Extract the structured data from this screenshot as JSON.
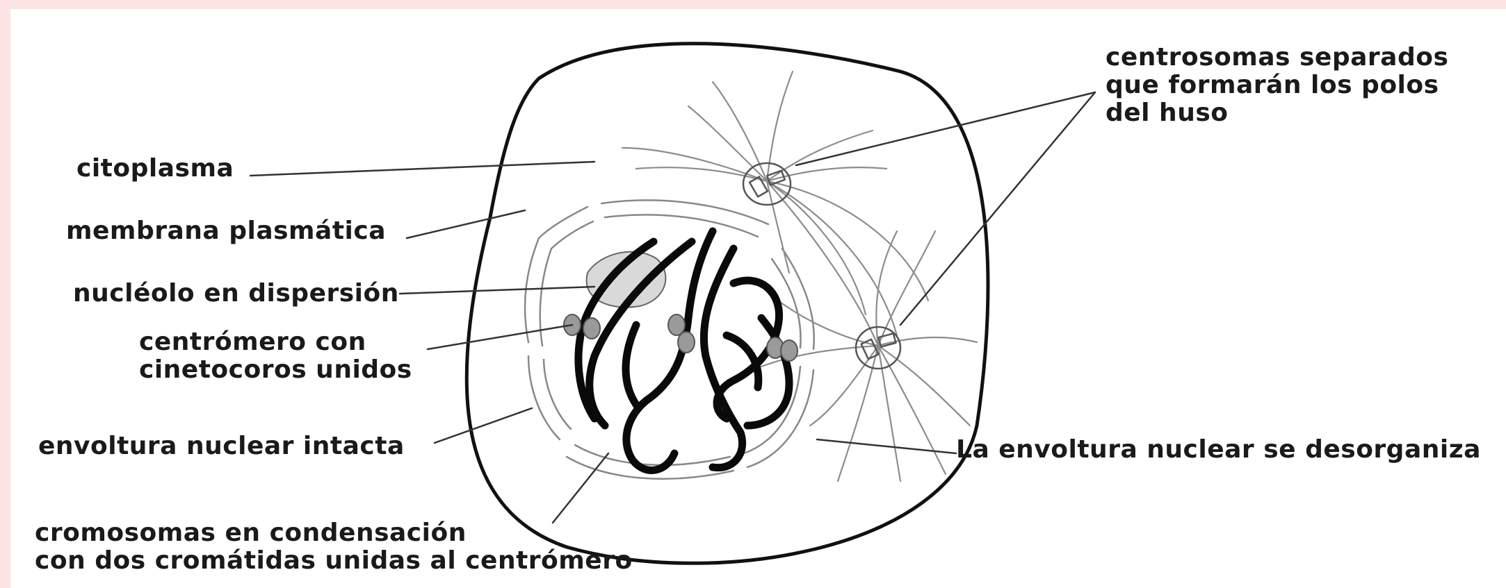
{
  "labels": {
    "citoplasma": "citoplasma",
    "membrana": "membrana plasmática",
    "nucleolo": "nucléolo en dispersión",
    "centromero_1": "centrómero con",
    "centromero_2": "cinetocoros unidos",
    "envoltura_intacta": "envoltura nuclear intacta",
    "cromosomas_1": "cromosomas en condensación",
    "cromosomas_2": "con dos cromátidas unidas al centrómero",
    "centrosomas_1": "centrosomas separados",
    "centrosomas_2": "que formarán los polos",
    "centrosomas_3": "del huso",
    "envoltura_desorganiza": "La envoltura nuclear se desorganiza"
  },
  "colors": {
    "frame": "#fde3e4",
    "line": "#111111",
    "thin_line": "#8c8c8c",
    "chromosome": "#0a0a0a",
    "nucleolus": "#d9d9d9",
    "centromere": "#9a9a9a"
  }
}
